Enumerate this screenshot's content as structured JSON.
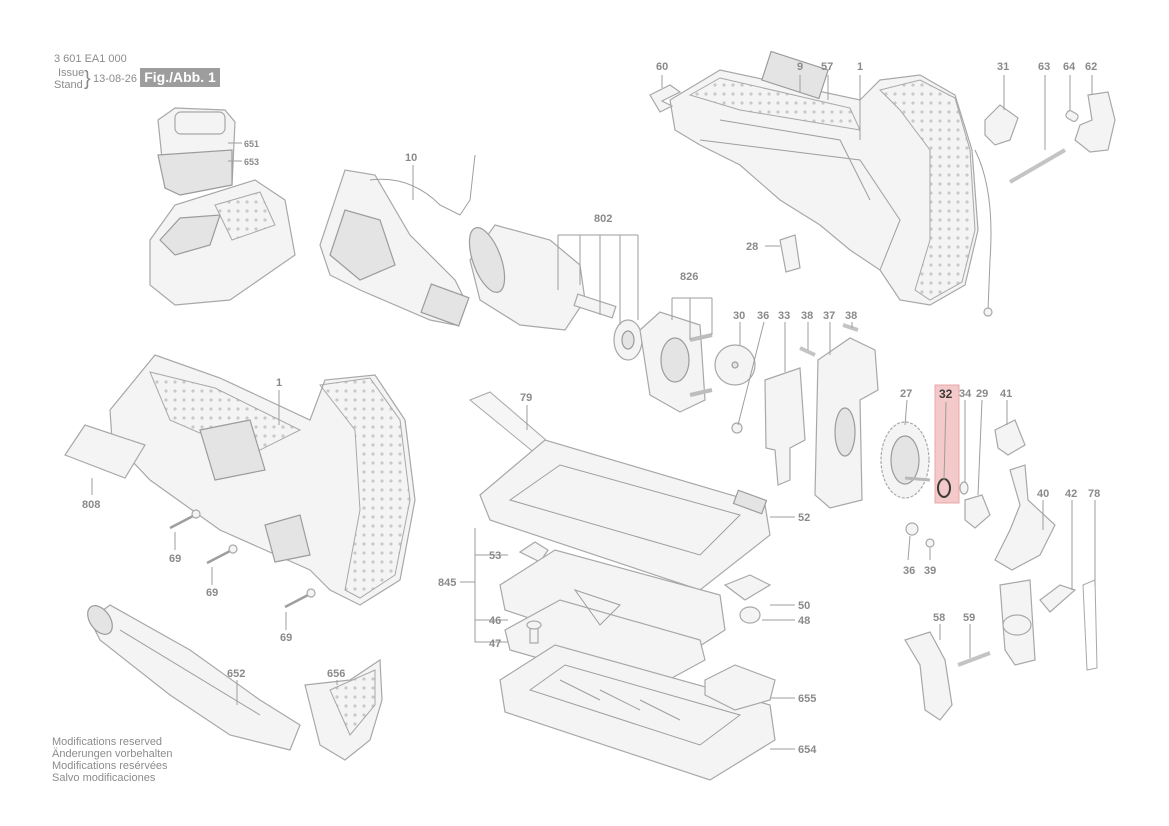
{
  "header": {
    "doc_number": "3 601 EA1 000",
    "issue_label": "Issue",
    "stand_label": "Stand",
    "date": "13-08-26",
    "figure": "Fig./Abb. 1"
  },
  "footer": {
    "lines": [
      "Modifications reserved",
      "Änderungen vorbehalten",
      "Modifications resérvées",
      "Salvo modificaciones"
    ]
  },
  "highlight": {
    "label": "32",
    "color": "#f3c9c9",
    "border": "#e8a8a8"
  },
  "callouts": {
    "c60": "60",
    "c9": "9",
    "c57": "57",
    "c1a": "1",
    "c31": "31",
    "c63": "63",
    "c64": "64",
    "c62": "62",
    "c651": "651",
    "c653": "653",
    "c10": "10",
    "c802": "802",
    "c826": "826",
    "c28": "28",
    "c30": "30",
    "c36a": "36",
    "c33": "33",
    "c38a": "38",
    "c37": "37",
    "c38b": "38",
    "c27": "27",
    "c32": "32",
    "c34": "34",
    "c29": "29",
    "c41": "41",
    "c1b": "1",
    "c79": "79",
    "c808": "808",
    "c69a": "69",
    "c69b": "69",
    "c69c": "69",
    "c52": "52",
    "c53": "53",
    "c845": "845",
    "c50": "50",
    "c46": "46",
    "c48": "48",
    "c47": "47",
    "c36b": "36",
    "c39": "39",
    "c40": "40",
    "c42": "42",
    "c78": "78",
    "c58": "58",
    "c59": "59",
    "c652": "652",
    "c656": "656",
    "c655": "655",
    "c654": "654"
  }
}
